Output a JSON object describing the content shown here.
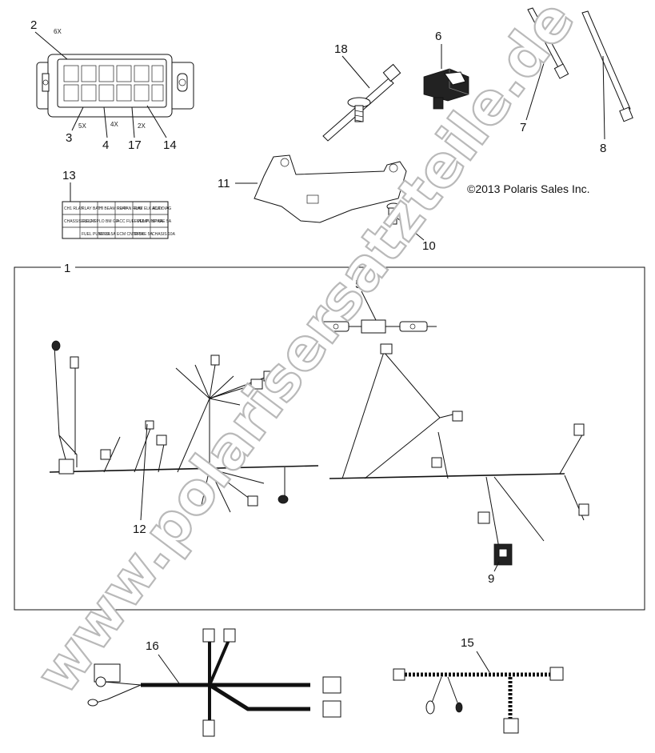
{
  "copyright": "©2013 Polaris Sales Inc.",
  "watermark": "www.polarisersatzteile.de",
  "callouts": {
    "c1": "1",
    "c2": "2",
    "c3": "3",
    "c4": "4",
    "c5": "5",
    "c6": "6",
    "c7": "7",
    "c8": "8",
    "c9": "9",
    "c10": "10",
    "c11": "11",
    "c12": "12",
    "c13": "13",
    "c14": "14",
    "c15": "15",
    "c16": "16",
    "c17": "17",
    "c18": "18"
  },
  "quantities": {
    "q6x": "6X",
    "q5x": "5X",
    "q4x": "4X",
    "q2x": "2X"
  },
  "fuse_label_table": {
    "row1": [
      "CH1 RLAY",
      "RLAY BATT",
      "HI BEAM RLAY",
      "RR FAN RLAY",
      "RHE ELK RLAY",
      "ACC DIAG"
    ],
    "row2": [
      "CHASSIS RELAY",
      "ELEC GP",
      "LO BM GP",
      "ACC FUEL PUMP",
      "FUEL PUMP 5A",
      "SPARE 5A"
    ],
    "row3": [
      "",
      "FUEL PUMP 5A",
      "ELEC 5A",
      "ECM CNTR 5A",
      "DRIVE 5A",
      "CHASIS 10A"
    ]
  }
}
